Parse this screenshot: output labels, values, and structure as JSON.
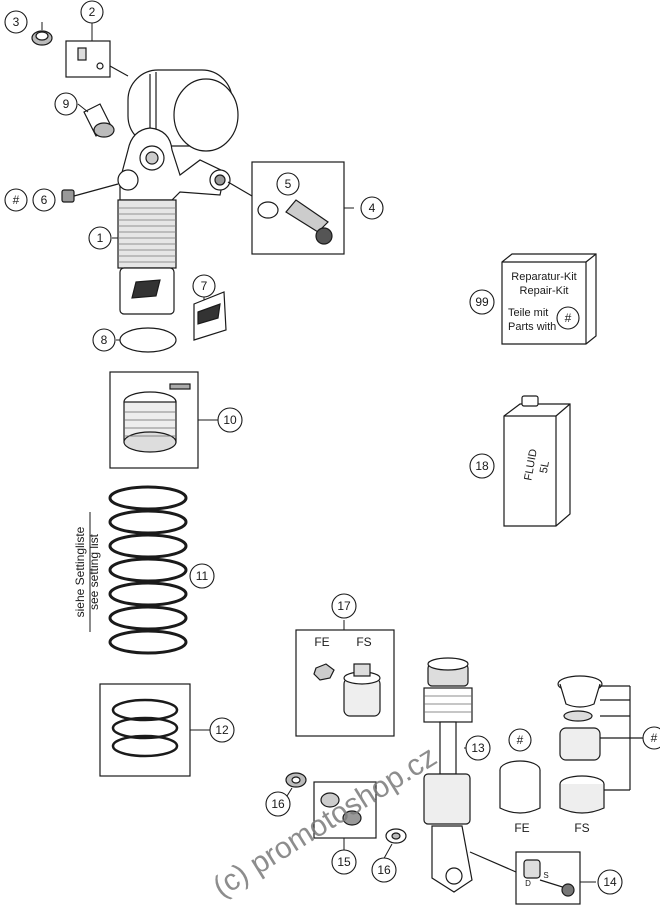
{
  "callouts": {
    "c1": "1",
    "c2": "2",
    "c3": "3",
    "c4": "4",
    "c5": "5",
    "c6": "6",
    "c7": "7",
    "c8": "8",
    "c9": "9",
    "c10": "10",
    "c11": "11",
    "c12": "12",
    "c13": "13",
    "c14": "14",
    "c15": "15",
    "c16a": "16",
    "c16b": "16",
    "c17": "17",
    "c18": "18",
    "c99": "99"
  },
  "hash_symbol": "#",
  "repair_kit": {
    "line1": "Reparatur-Kit",
    "line2": "Repair-Kit",
    "line3": "Teile mit",
    "line4": "Parts with"
  },
  "fluid_label": {
    "line1": "FLUID",
    "line2": "5L"
  },
  "setting_note": {
    "de": "siehe Settingliste",
    "en": "see setting list"
  },
  "labels": {
    "fe": "FE",
    "fs": "FS",
    "d": "D",
    "s": "S"
  },
  "watermark": "(c) promotoshop.cz",
  "colors": {
    "line": "#1a1a1a",
    "fill": "#ffffff",
    "shade": "#d9d9d9",
    "dark": "#555555"
  }
}
